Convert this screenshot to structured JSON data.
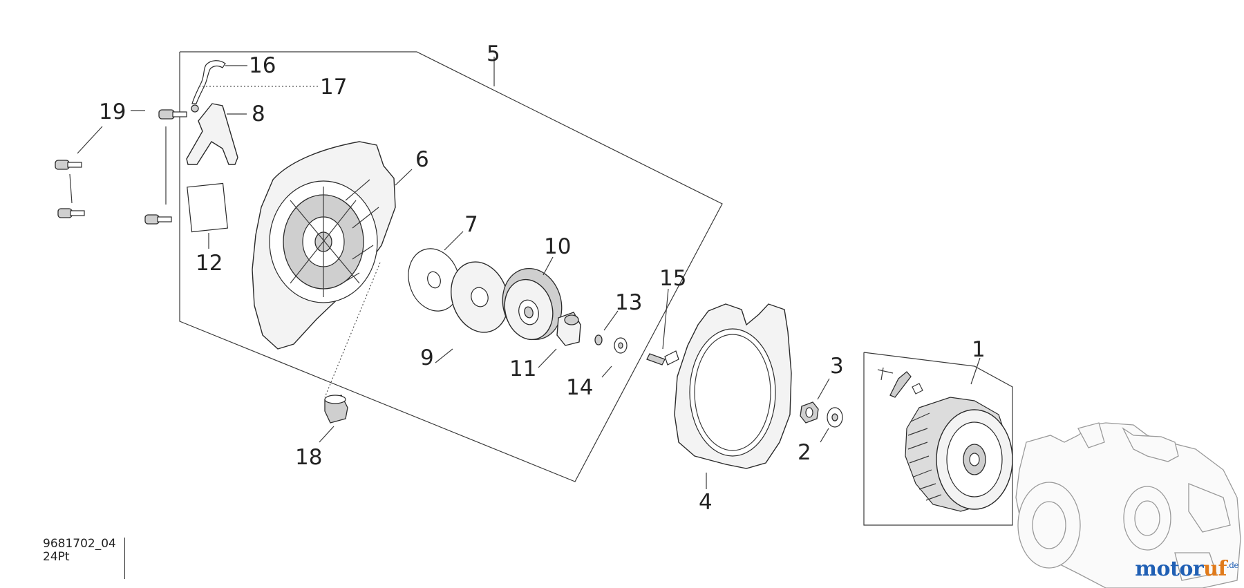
{
  "callouts": [
    "1",
    "2",
    "3",
    "4",
    "5",
    "6",
    "7",
    "8",
    "9",
    "10",
    "11",
    "12",
    "13",
    "14",
    "15",
    "16",
    "17",
    "18",
    "19"
  ],
  "drawing_code": "9681702_04",
  "drawing_subcode": "24Pt",
  "watermark": {
    "part1": "motor",
    "part2": "uf",
    "tld": ".de"
  }
}
